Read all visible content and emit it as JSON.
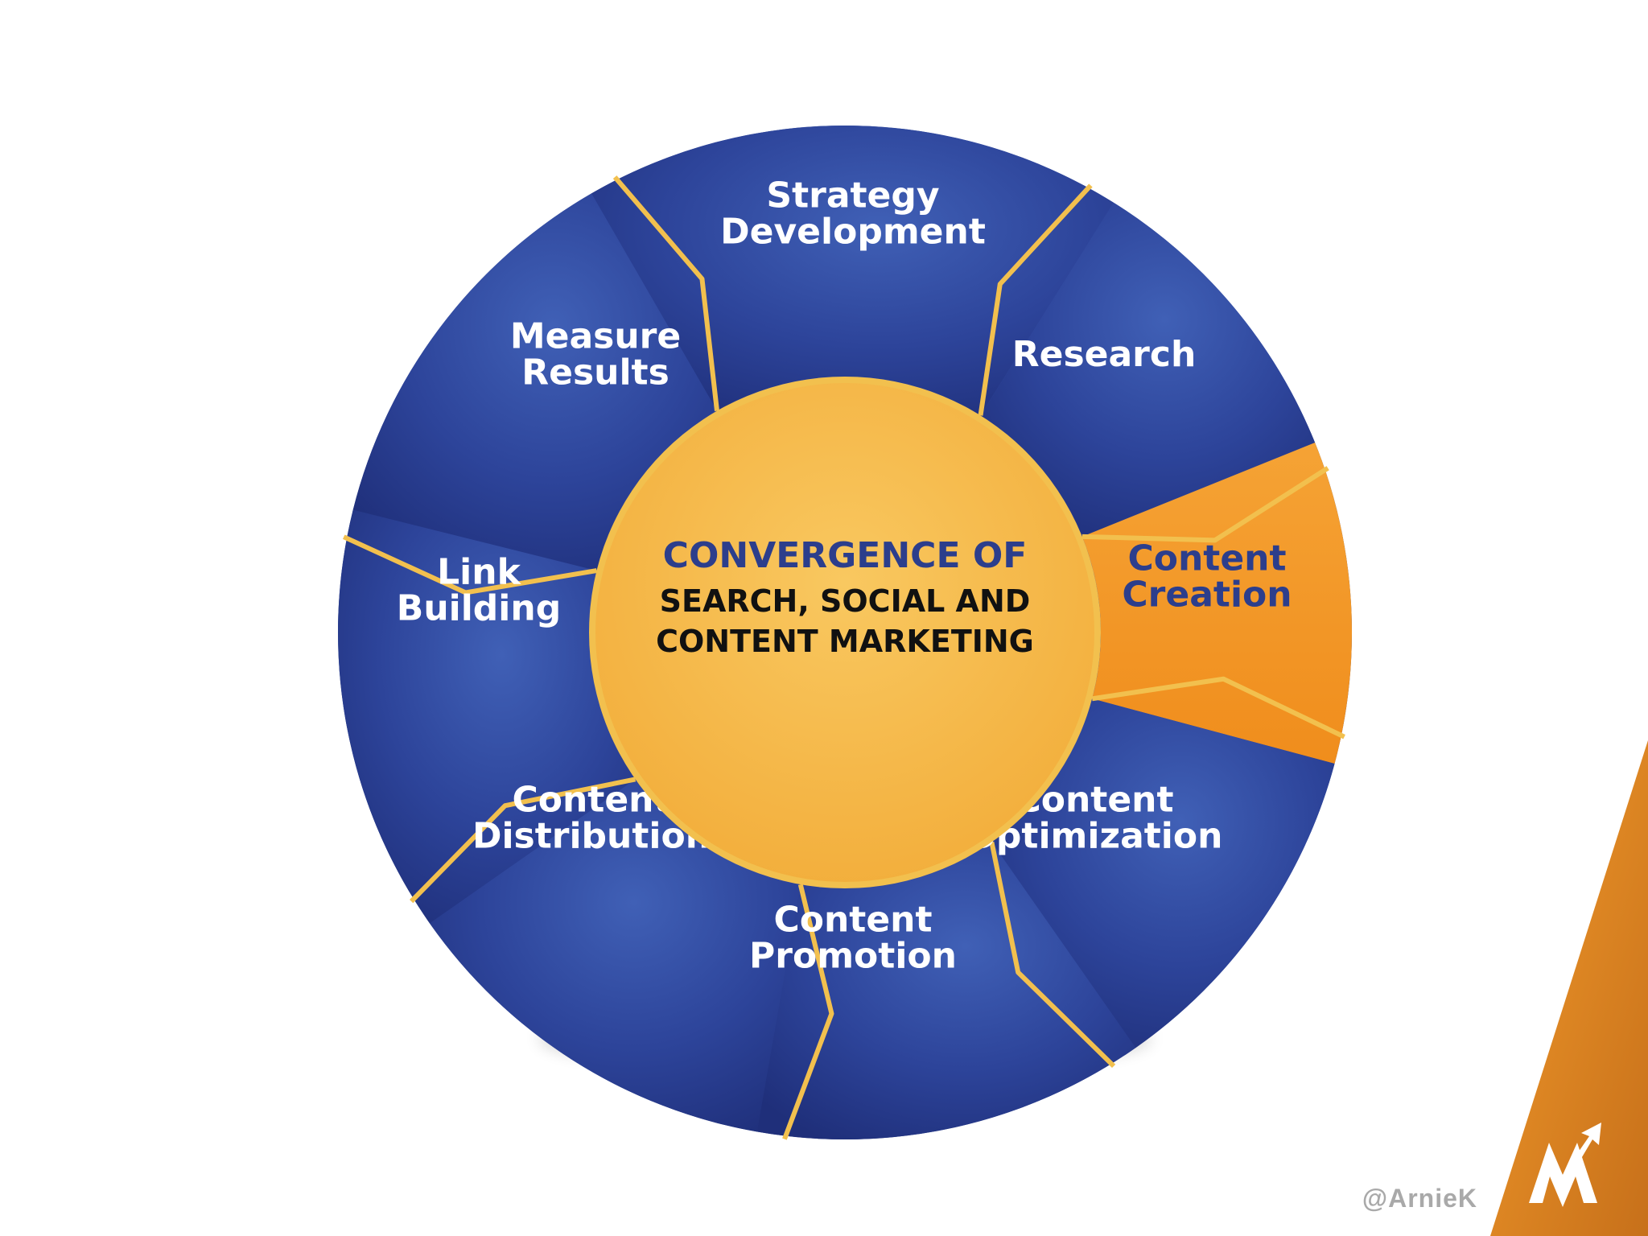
{
  "diagram": {
    "center": {
      "line1": "CONVERGENCE OF",
      "line2": "SEARCH, SOCIAL AND",
      "line3": "CONTENT MARKETING"
    },
    "segments": [
      {
        "id": "strategy",
        "lines": [
          "Strategy",
          "Development"
        ],
        "highlight": false
      },
      {
        "id": "research",
        "lines": [
          "Research"
        ],
        "highlight": false
      },
      {
        "id": "creation",
        "lines": [
          "Content",
          "Creation"
        ],
        "highlight": true
      },
      {
        "id": "optimization",
        "lines": [
          "Content",
          "Optimization"
        ],
        "highlight": false
      },
      {
        "id": "promotion",
        "lines": [
          "Content",
          "Promotion"
        ],
        "highlight": false
      },
      {
        "id": "distribution",
        "lines": [
          "Content",
          "Distribution"
        ],
        "highlight": false
      },
      {
        "id": "link",
        "lines": [
          "Link",
          "Building"
        ],
        "highlight": false
      },
      {
        "id": "measure",
        "lines": [
          "Measure",
          "Results"
        ],
        "highlight": false
      }
    ]
  },
  "footer": {
    "handle": "@ArnieK",
    "logo_letters": "M"
  },
  "colors": {
    "segment_blue": "#2a3d91",
    "segment_blue_light": "#3a55ad",
    "segment_orange": "#f39a24",
    "divider_gold": "#f2c04e",
    "center_gold": "#f6b94a",
    "center_title_blue": "#2c3e8c",
    "center_text_dark": "#111111",
    "corner_orange": "#e08a22"
  },
  "icons": {
    "logo": "arrow-m-logo-icon"
  }
}
